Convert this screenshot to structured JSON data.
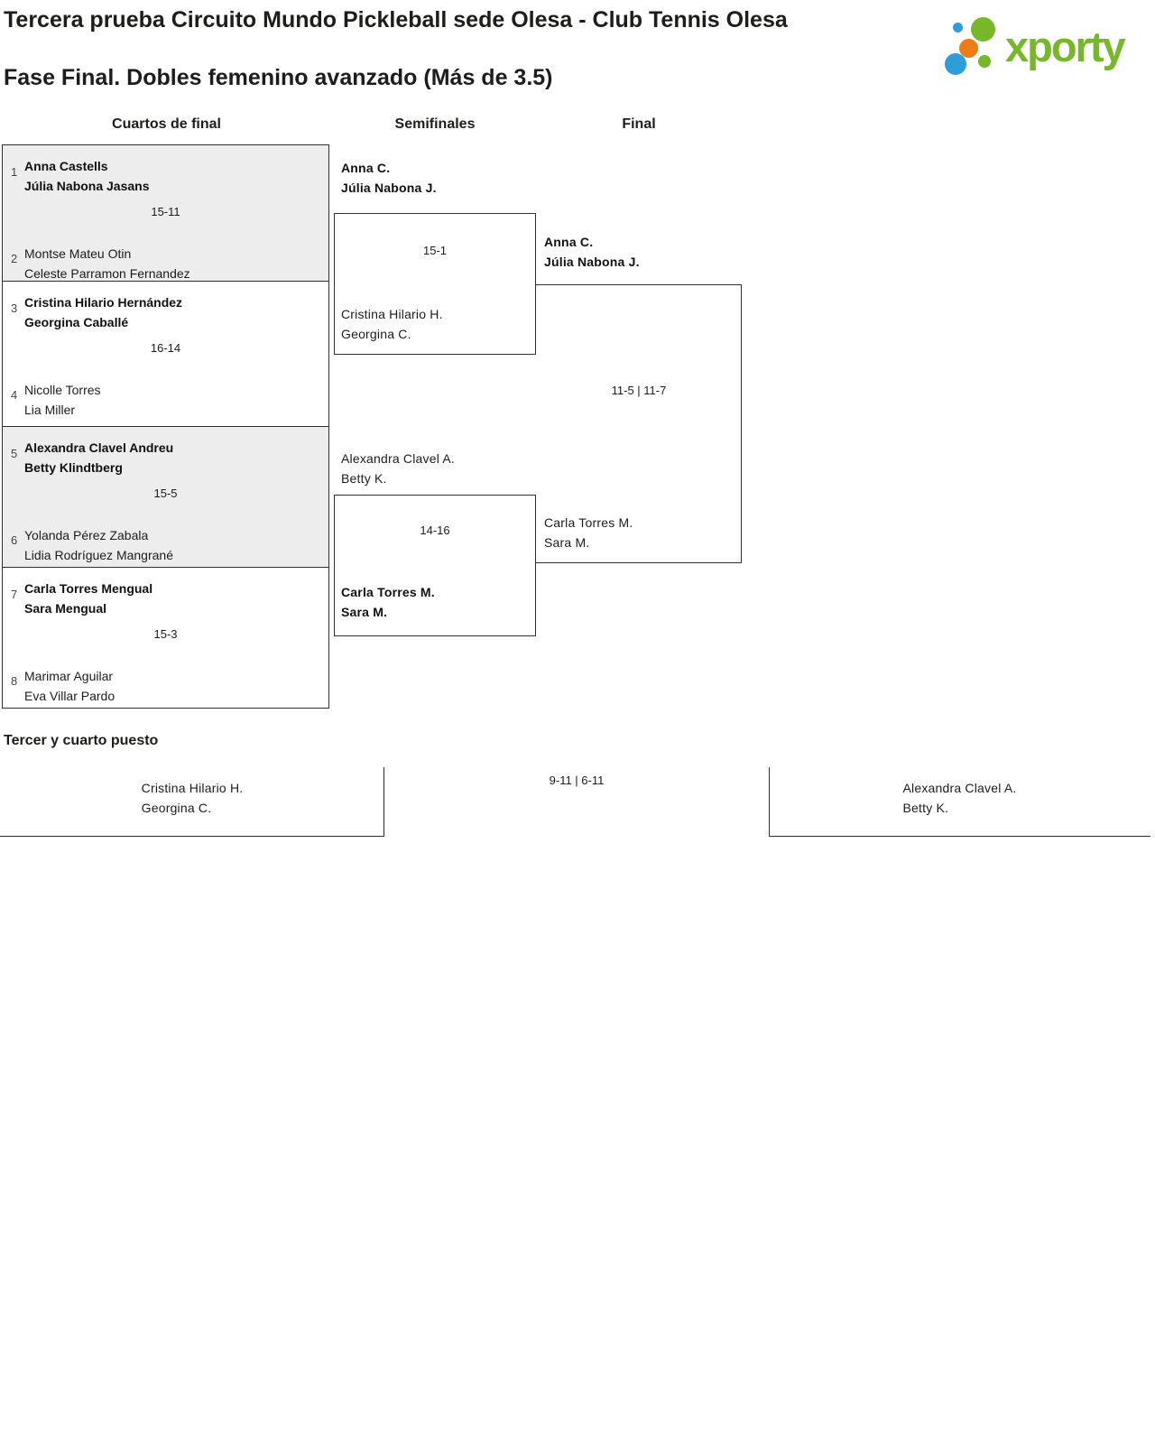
{
  "header": {
    "title": "Tercera prueba Circuito Mundo Pickleball sede Olesa - Club Tennis Olesa",
    "subtitle": "Fase Final. Dobles femenino avanzado (Más de 3.5)",
    "logo_text": "xporty"
  },
  "colors": {
    "logo_green": "#76b82a",
    "logo_blue": "#2d9fd8",
    "logo_orange": "#ef7d17",
    "box_gray": "#ededed",
    "border": "#2f2f2f"
  },
  "rounds": {
    "quarterfinals_label": "Cuartos de final",
    "semifinals_label": "Semifinales",
    "final_label": "Final"
  },
  "quarterfinals": [
    {
      "seed_top": "1",
      "top_line1": "Anna Castells",
      "top_line2": "Júlia Nabona Jasans",
      "score": "15-11",
      "seed_bottom": "2",
      "bottom_line1": "Montse Mateu Otin",
      "bottom_line2": "Celeste Parramon Fernandez"
    },
    {
      "seed_top": "3",
      "top_line1": "Cristina Hilario Hernández",
      "top_line2": "Georgina Caballé",
      "score": "16-14",
      "seed_bottom": "4",
      "bottom_line1": "Nicolle Torres",
      "bottom_line2": "Lia Miller"
    },
    {
      "seed_top": "5",
      "top_line1": "Alexandra Clavel Andreu",
      "top_line2": "Betty Klindtberg",
      "score": "15-5",
      "seed_bottom": "6",
      "bottom_line1": "Yolanda Pérez Zabala",
      "bottom_line2": "Lidia Rodríguez Mangrané"
    },
    {
      "seed_top": "7",
      "top_line1": "Carla Torres Mengual",
      "top_line2": "Sara Mengual",
      "score": "15-3",
      "seed_bottom": "8",
      "bottom_line1": "Marimar Aguilar",
      "bottom_line2": "Eva Villar Pardo"
    }
  ],
  "semifinals": [
    {
      "top_line1": "Anna C.",
      "top_line2": "Júlia Nabona J.",
      "score": "15-1",
      "bottom_line1": "Cristina Hilario H.",
      "bottom_line2": "Georgina C."
    },
    {
      "top_line1": "Alexandra Clavel A.",
      "top_line2": "Betty K.",
      "score": "14-16",
      "bottom_line1": "Carla Torres M.",
      "bottom_line2": "Sara M."
    }
  ],
  "final": {
    "top_line1": "Anna C.",
    "top_line2": "Júlia Nabona J.",
    "score": "11-5 | 11-7",
    "bottom_line1": "Carla Torres M.",
    "bottom_line2": "Sara M."
  },
  "third_place": {
    "heading": "Tercer y cuarto puesto",
    "left_line1": "Cristina Hilario H.",
    "left_line2": "Georgina C.",
    "score": "9-11 | 6-11",
    "right_line1": "Alexandra Clavel A.",
    "right_line2": "Betty K."
  }
}
